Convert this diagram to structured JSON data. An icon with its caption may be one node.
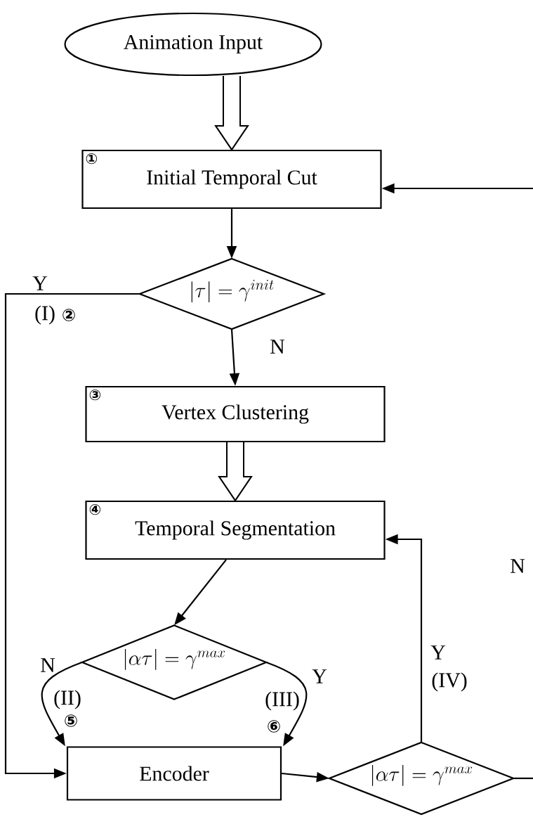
{
  "diagram": {
    "nodes": [
      {
        "text": [
          "Animation Input"
        ]
      },
      {
        "text": [
          "①",
          "Initial Temporal Cut"
        ]
      },
      {
        "text": [
          "|\\tau| = \\gamma^{init}"
        ]
      },
      {
        "text": [
          "③",
          "Vertex Clustering"
        ]
      },
      {
        "text": [
          "④",
          "Temporal Segmentation"
        ]
      },
      {
        "text": [
          "|\\alpha\\tau| = \\gamma^{max}"
        ]
      },
      {
        "text": [
          "Encoder"
        ]
      },
      {
        "text": [
          "|\\alpha\\tau| = \\gamma^{max}"
        ]
      }
    ],
    "edges": [
      {
        "from": 0,
        "to": 1,
        "arrow": "to",
        "style": "thick"
      },
      {
        "from": 1,
        "to": 2,
        "arrow": "to"
      },
      {
        "from": 2,
        "to": 6,
        "arrow": "to",
        "label": "Y"
      },
      {
        "from": 2,
        "to": 3,
        "arrow": "to",
        "label": "N"
      },
      {
        "from": 3,
        "to": 4,
        "arrow": "to",
        "style": "thick"
      },
      {
        "from": 4,
        "to": 5,
        "arrow": "to"
      },
      {
        "from": 5,
        "to": 6,
        "arrow": "to",
        "label": "N"
      },
      {
        "from": 5,
        "to": 6,
        "arrow": "to",
        "label": "Y"
      },
      {
        "from": 6,
        "to": 7,
        "arrow": "to"
      },
      {
        "from": 7,
        "to": 4,
        "arrow": "to",
        "label": "Y"
      },
      {
        "from": 7,
        "to": null,
        "arrow": "none"
      },
      {
        "from": null,
        "to": 1,
        "arrow": "to"
      }
    ],
    "labels": [
      "(I)",
      "②",
      "(II)",
      "⑤",
      "(III)",
      "⑥",
      "(IV)",
      "N"
    ]
  }
}
